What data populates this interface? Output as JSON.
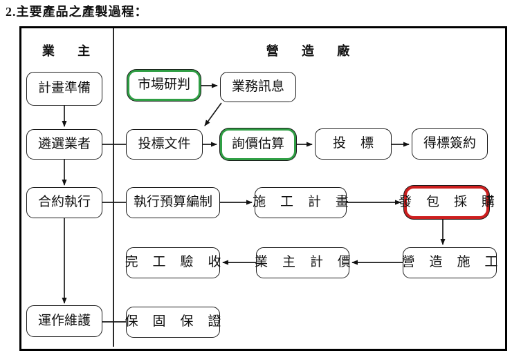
{
  "title": "2.主要產品之產製過程：",
  "diagram": {
    "lanes": {
      "owner": "業 主",
      "contractor": "營 造 廠"
    },
    "colors": {
      "box_border": "#1a1a1a",
      "highlight_green": "#2f9e44",
      "highlight_red": "#cc1f1f"
    },
    "nodes": {
      "plan_prep": "計畫準備",
      "market_judge": "市場研判",
      "business_info": "業務訊息",
      "select_owner": "遴選業者",
      "bid_docs": "投標文件",
      "price_estimate": "詢價估算",
      "bidding": "投 標",
      "win_sign": "得標簽約",
      "contract_exec": "合約執行",
      "budget_prep": "執行預算編制",
      "construction_plan": "施 工 計 畫",
      "procurement": "發 包 採 購",
      "completion_accept": "完 工 驗 收",
      "owner_valuation": "業 主 計 價",
      "construction_work": "營 造 施 工",
      "operation_maint": "運作維護",
      "warranty": "保 固 保 證"
    }
  }
}
